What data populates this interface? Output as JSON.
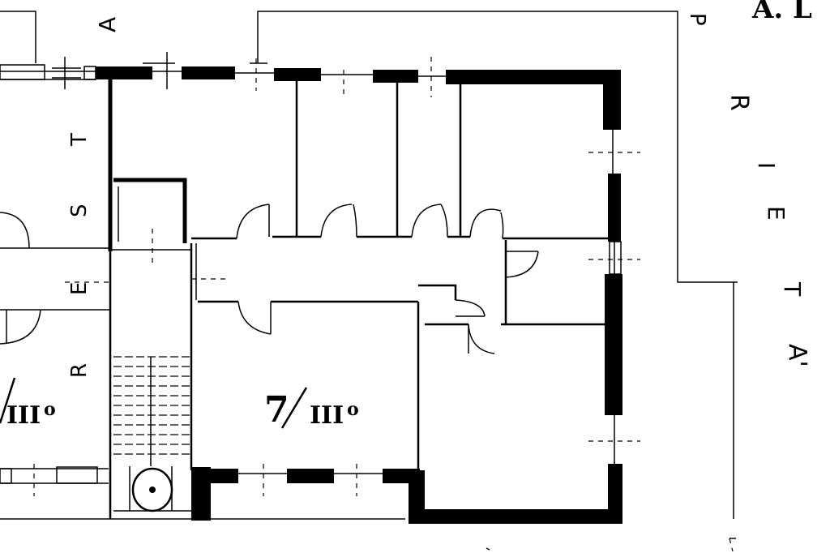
{
  "labels": {
    "corner": "A. L",
    "side_left": [
      "A",
      "T",
      "S",
      "E",
      "R"
    ],
    "side_right": [
      "P",
      "R",
      "I",
      "E",
      "T",
      "A'"
    ],
    "unit_center_num": "7",
    "unit_center_suffix": "III",
    "unit_center_sup": "o",
    "unit_left_suffix": "III",
    "unit_left_sup": "o"
  }
}
